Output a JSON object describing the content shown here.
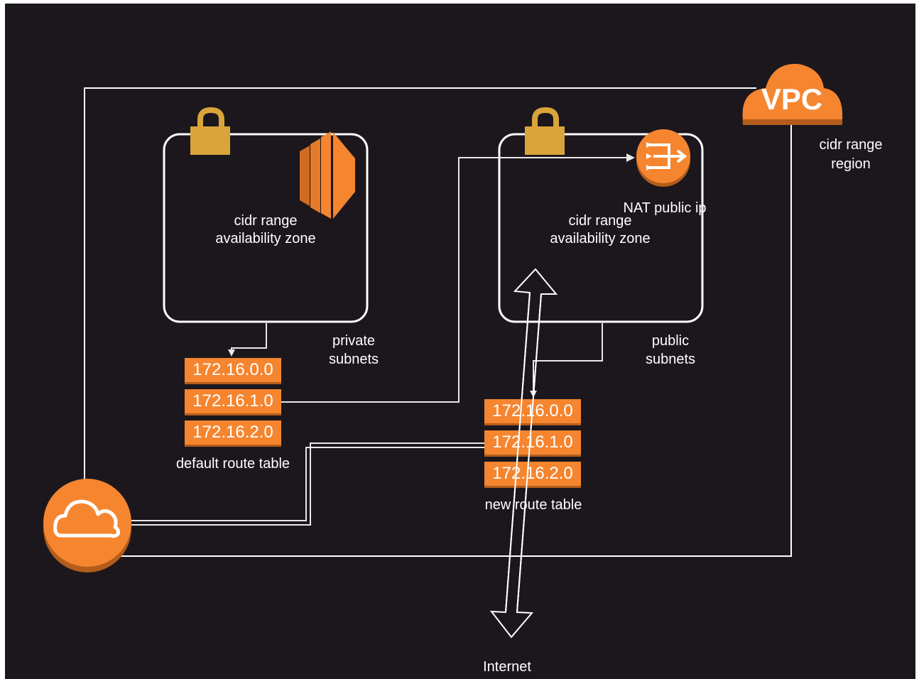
{
  "vpc": {
    "badge": "VPC",
    "label_line1": "cidr range",
    "label_line2": "region"
  },
  "private_az": {
    "label_line1": "cidr range",
    "label_line2": "availability zone",
    "subnet_line1": "private",
    "subnet_line2": "subnets"
  },
  "public_az": {
    "label_line1": "cidr range",
    "label_line2": "availability zone",
    "nat_label": "NAT public ip",
    "subnet_line1": "public",
    "subnet_line2": "subnets"
  },
  "default_route_table": {
    "caption": "default route table",
    "entries": [
      "172.16.0.0",
      "172.16.1.0",
      "172.16.2.0"
    ]
  },
  "new_route_table": {
    "caption": "new route table",
    "entries": [
      "172.16.0.0",
      "172.16.1.0",
      "172.16.2.0"
    ]
  },
  "internet_label": "Internet",
  "colors": {
    "background": "#1b171d",
    "aws_orange": "#f5852f",
    "lock_gold": "#d9a53a",
    "line": "#ffffff"
  },
  "icons": [
    "padlock-icon",
    "ec2-instance-icon",
    "nat-gateway-icon",
    "vpc-cloud-icon",
    "internet-gateway-icon"
  ]
}
